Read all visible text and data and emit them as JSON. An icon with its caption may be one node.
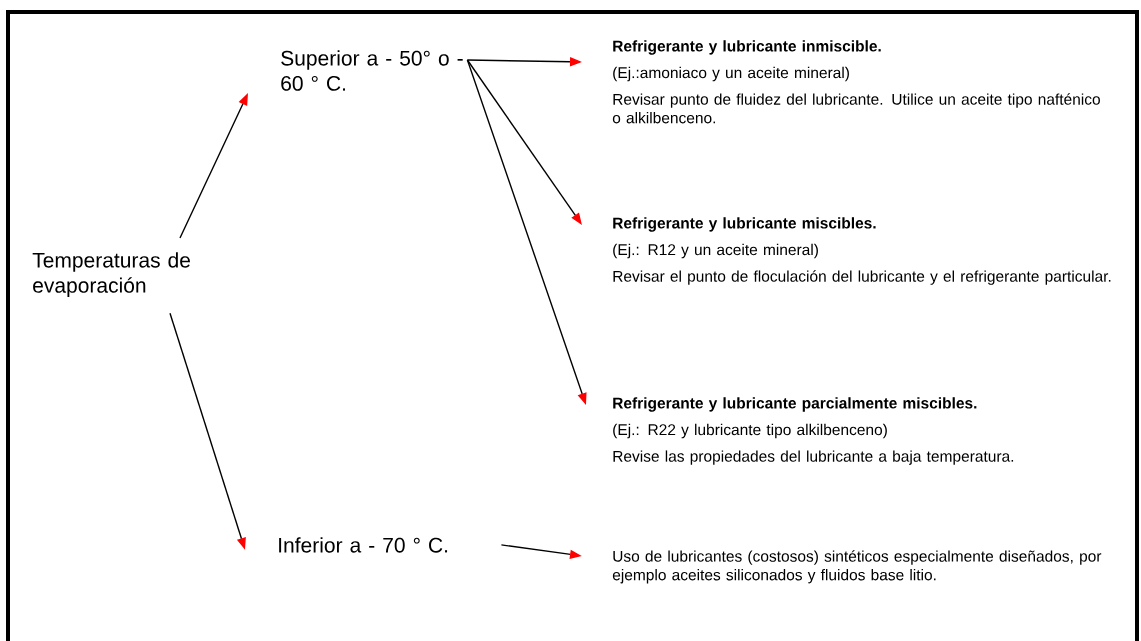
{
  "diagram": {
    "nodes": [
      {
        "text": [
          "Temperaturas de evaporación"
        ]
      },
      {
        "text": [
          "Superior a - 50° o - 60 ° C."
        ]
      },
      {
        "text": [
          "Inferior a - 70 ° C."
        ]
      },
      {
        "text": [
          "Refrigerante y lubricante inmiscible.",
          "(Ej.:amoniaco y un aceite mineral)",
          "Revisar punto de fluidez del lubricante. Utilice un aceite tipo nafténico o alkilbenceno."
        ]
      },
      {
        "text": [
          "Refrigerante y lubricante miscibles.",
          "(Ej.: R12 y un aceite mineral)",
          "Revisar el punto de floculación del lubricante y el refrigerante particular."
        ]
      },
      {
        "text": [
          "Refrigerante y lubricante parcialmente miscibles.",
          "(Ej.: R22 y lubricante tipo alkilbenceno)",
          "Revise las propiedades del lubricante a baja temperatura."
        ]
      },
      {
        "text": [
          "Uso de lubricantes (costosos) sintéticos especialmente diseñados, por ejemplo aceites siliconados y fluidos base litio."
        ]
      }
    ],
    "edges": [
      {
        "from": 0,
        "to": 1,
        "arrow": "to"
      },
      {
        "from": 0,
        "to": 2,
        "arrow": "to"
      },
      {
        "from": 1,
        "to": 3,
        "arrow": "to"
      },
      {
        "from": 1,
        "to": 4,
        "arrow": "to"
      },
      {
        "from": 1,
        "to": 5,
        "arrow": "to"
      },
      {
        "from": 2,
        "to": 6,
        "arrow": "to"
      }
    ]
  }
}
